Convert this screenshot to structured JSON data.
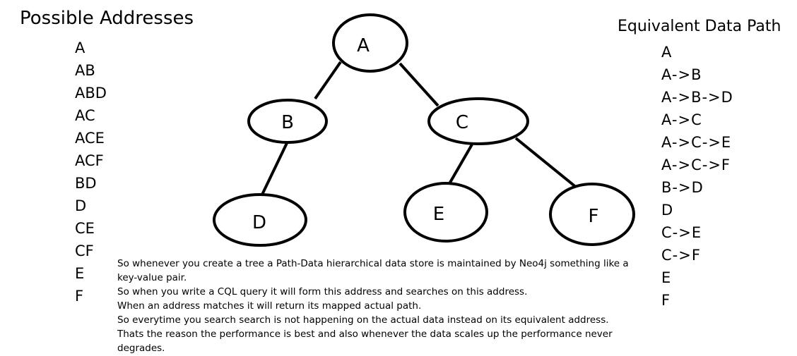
{
  "left_panel": {
    "title": "Possible Addresses",
    "items": [
      "A",
      "AB",
      "ABD",
      "AC",
      "ACE",
      "ACF",
      "BD",
      "D",
      "CE",
      "CF",
      "E",
      "F"
    ]
  },
  "right_panel": {
    "title": "Equivalent Data Path",
    "items": [
      "A",
      "A->B",
      "A->B->D",
      "A->C",
      "A->C->E",
      "A->C->F",
      "B->D",
      "D",
      "C->E",
      "C->F",
      "E",
      "F"
    ]
  },
  "tree": {
    "nodes": {
      "a": "A",
      "b": "B",
      "c": "C",
      "d": "D",
      "e": "E",
      "f": "F"
    }
  },
  "description": {
    "lines": [
      "So whenever you create a tree a Path-Data hierarchical data store is maintained by Neo4j something like a key-value pair.",
      "So when you write a CQL query it will form this address and searches on this address.",
      "When an address matches it will return its mapped actual path.",
      "So everytime you search search is not happening on the actual data instead on its equivalent address.",
      "Thats the reason the performance is best and also whenever the data scales up the performance never degrades."
    ]
  }
}
